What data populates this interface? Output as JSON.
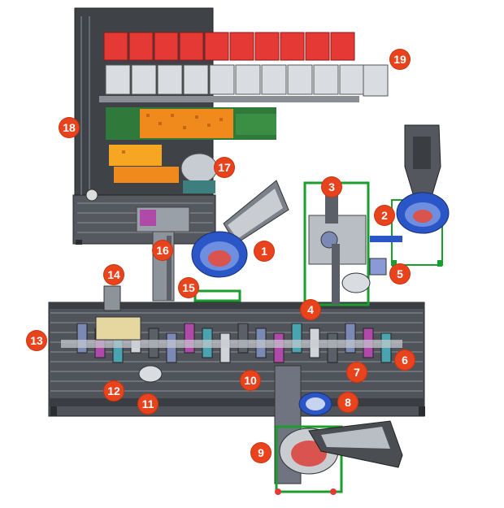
{
  "colors": {
    "callout": "#e8431c",
    "frame": "#4a4d52",
    "rail": "#6f7480",
    "bin": "#e53935",
    "tray": "#d9dde2",
    "conveyor_orange": "#f08a1c",
    "bowl_blue": "#2b56c8",
    "bowl_red": "#d9534f",
    "support_green": "#1a9e2e",
    "hopper": "#5a5d63"
  },
  "callouts": [
    "1",
    "2",
    "3",
    "4",
    "5",
    "6",
    "7",
    "8",
    "9",
    "10",
    "11",
    "12",
    "13",
    "14",
    "15",
    "16",
    "17",
    "18",
    "19"
  ],
  "icons": {
    "hopper": "hopper-icon",
    "bowl_feeder": "vibratory-bowl-icon",
    "bin": "storage-bin-icon",
    "tray": "parts-tray-icon"
  }
}
